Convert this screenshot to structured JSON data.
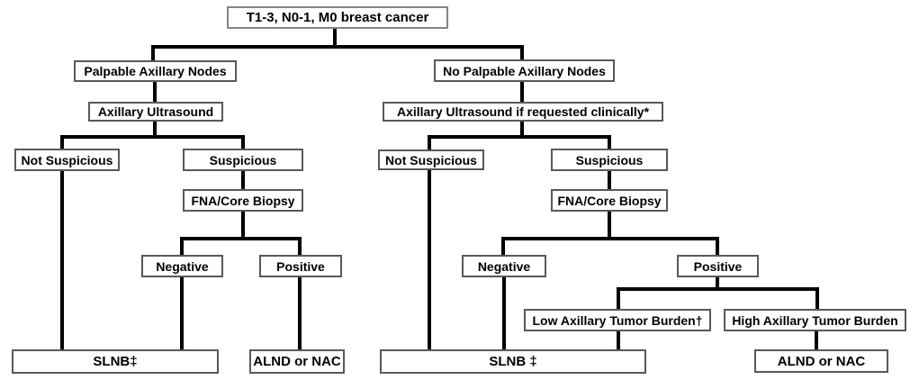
{
  "colors": {
    "connector": "#000000",
    "box_border": "#595959",
    "root_border": "#848484",
    "text": "#000000",
    "background": "#ffffff"
  },
  "flowchart": {
    "root": "T1-3, N0-1, M0 breast cancer",
    "left_branch": {
      "palpable": "Palpable Axillary Nodes",
      "ultrasound": "Axillary Ultrasound",
      "not_suspicious": "Not Suspicious",
      "suspicious": "Suspicious",
      "fna_core_biopsy": "FNA/Core Biopsy",
      "negative": "Negative",
      "positive": "Positive",
      "slnb": "SLNB‡",
      "alnd_or_nac": "ALND or NAC"
    },
    "right_branch": {
      "no_palpable": "No Palpable Axillary Nodes",
      "ultrasound": "Axillary Ultrasound if requested clinically*",
      "not_suspicious": "Not Suspicious",
      "suspicious": "Suspicious",
      "fna_core_biopsy": "FNA/Core Biopsy",
      "negative": "Negative",
      "positive": "Positive",
      "low_burden": "Low Axillary Tumor Burden†",
      "high_burden": "High Axillary Tumor Burden",
      "slnb": "SLNB ‡",
      "alnd_or_nac": "ALND or NAC"
    }
  }
}
